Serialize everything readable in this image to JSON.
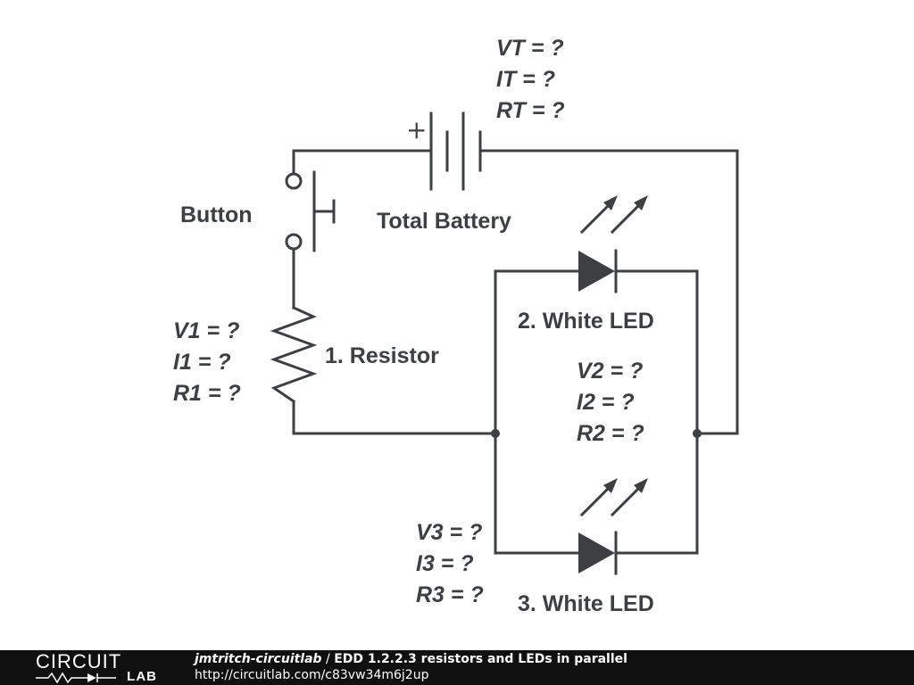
{
  "battery": {
    "label": "Total Battery",
    "plus": "+",
    "vt": "VT = ?",
    "it": "IT = ?",
    "rt": "RT = ?"
  },
  "button": {
    "label": "Button"
  },
  "resistor": {
    "label": "1. Resistor",
    "v": "V1 = ?",
    "i": "I1 = ?",
    "r": "R1 = ?"
  },
  "led2": {
    "label": "2. White LED",
    "v": "V2 = ?",
    "i": "I2 = ?",
    "r": "R2 = ?"
  },
  "led3": {
    "label": "3. White LED",
    "v": "V3 = ?",
    "i": "I3 = ?",
    "r": "R3 = ?"
  },
  "footer": {
    "logo_top": "CIRCUIT",
    "logo_bottom": "LAB",
    "author": "jmtritch-circuitlab",
    "separator": " / ",
    "title": "EDD 1.2.2.3 resistors and LEDs in parallel",
    "url": "http://circuitlab.com/c83vw34m6j2up"
  },
  "colors": {
    "ink": "#3c4043",
    "footer_bg": "#101010",
    "footer_text": "#ffffff"
  }
}
